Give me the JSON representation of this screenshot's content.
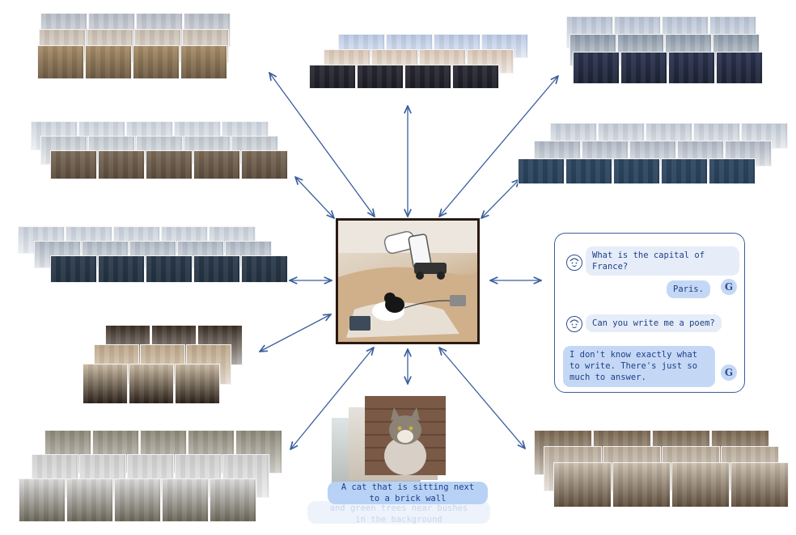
{
  "diagram": {
    "chat": {
      "messages": [
        {
          "role": "user",
          "text": "What is the capital of\nFrance?"
        },
        {
          "role": "assistant",
          "text": "Paris."
        },
        {
          "role": "user",
          "text": "Can you write me a poem?"
        },
        {
          "role": "assistant",
          "text": "I don't know exactly what\nto write. There's just so\nmuch to answer."
        }
      ],
      "assistant_badge": "G"
    },
    "image_caption": "A cat that is sitting next\nto a brick wall",
    "image_caption_ghost": "and green trees near bushes\nin the background",
    "colors": {
      "arrow": "#3a5e9e",
      "chat_border": "#3a5e9e",
      "chat_text": "#1f3f86",
      "user_bubble": "#e6edf8",
      "assistant_bubble": "#c4d8f6",
      "caption_bubble": "#b8d2f6",
      "center_frame": "#2a1a12"
    },
    "icons": {
      "user": "user-face-icon",
      "assistant": "assistant-g-icon"
    }
  }
}
